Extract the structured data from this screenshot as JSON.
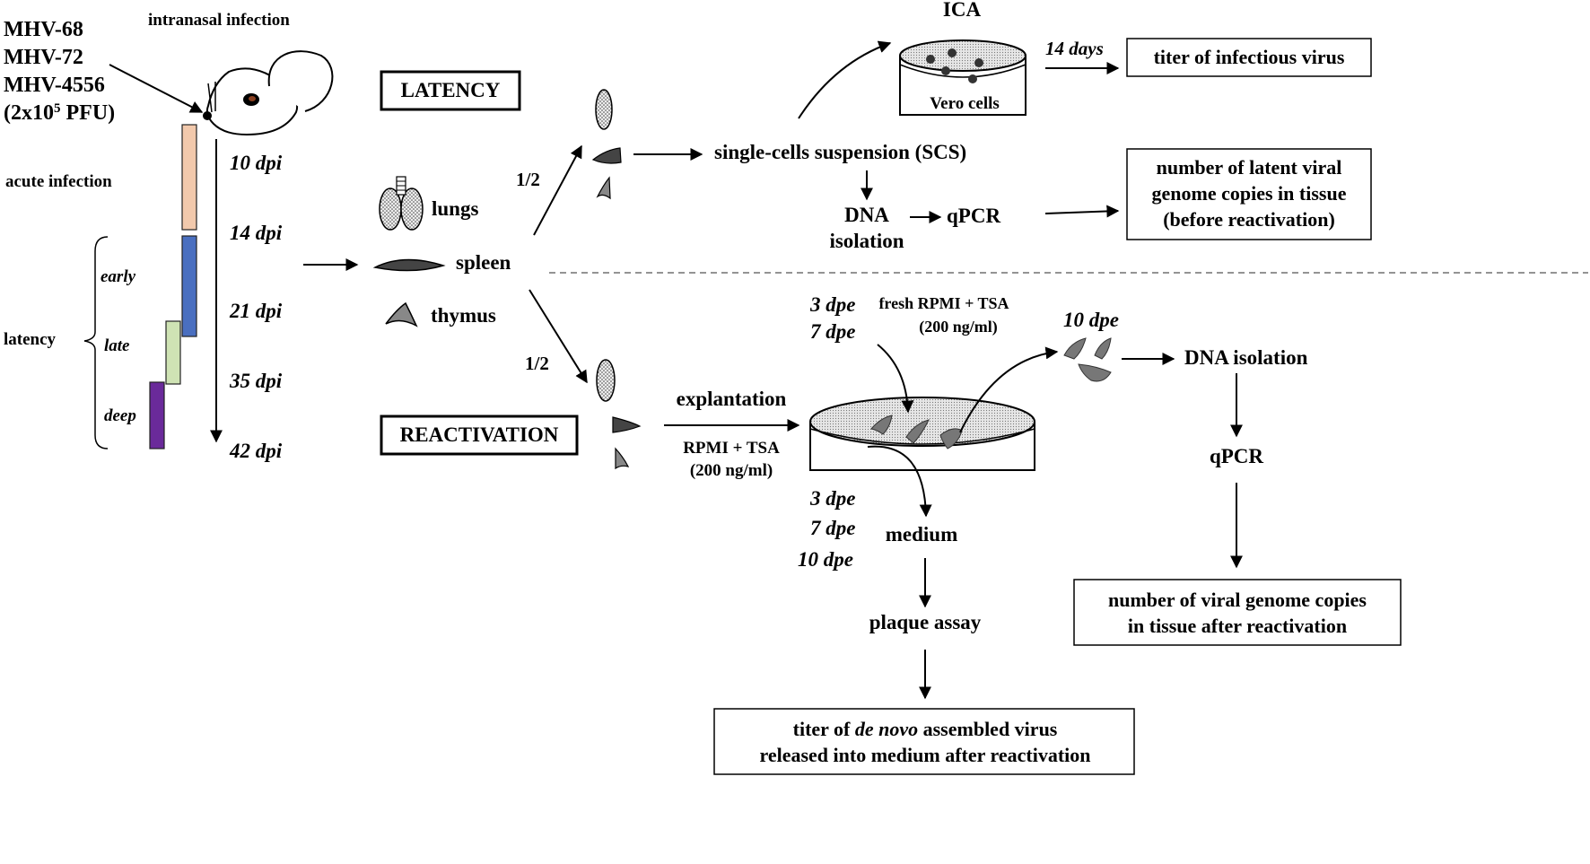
{
  "strains": [
    "MHV-68",
    "MHV-72",
    "MHV-4556"
  ],
  "dose": {
    "prefix": "(2x10",
    "exp": "5",
    "suffix": " PFU)"
  },
  "route_label": "intranasal  infection",
  "phase_labels": {
    "acute": "acute infection",
    "latency": "latency",
    "early": "early",
    "late": "late",
    "deep": "deep"
  },
  "timepoints": [
    "10 dpi",
    "14 dpi",
    "21 dpi",
    "35 dpi",
    "42 dpi"
  ],
  "phase_colors": {
    "acute": "#f2c9ac",
    "early": "#4a6fc0",
    "late": "#cfe3b4",
    "deep": "#6a2a9a"
  },
  "organs": [
    "lungs",
    "spleen",
    "thymus"
  ],
  "branches": {
    "latency": "LATENCY",
    "reactivation": "REACTIVATION",
    "half_top": "1/2",
    "half_bottom": "1/2"
  },
  "latency_flow": {
    "ica": "ICA",
    "vero": "Vero cells",
    "days": "14 days",
    "ica_result": "titer of infectious virus",
    "scs": "single-cells suspension (SCS)",
    "dna_1": "DNA",
    "dna_2": "isolation",
    "qpcr": "qPCR",
    "result_lines": [
      "number of latent viral",
      "genome copies in tissue",
      "(before reactivation)"
    ]
  },
  "reactivation_flow": {
    "explantation": "explantation",
    "medium_1": "RPMI + TSA",
    "medium_2": "(200 ng/ml)",
    "fresh_1": "fresh RPMI + TSA",
    "fresh_2": "(200 ng/ml)",
    "dpe_top": [
      "3 dpe",
      "7 dpe"
    ],
    "dpe_tissue": "10 dpe",
    "dpe_medium": [
      "3 dpe",
      "7 dpe",
      "10 dpe"
    ],
    "medium": "medium",
    "plaque": "plaque assay",
    "titer_prefix": "titer of ",
    "titer_italic": "de novo",
    "titer_suffix": " assembled virus",
    "titer_line2": "released into medium  after reactivation",
    "dna_isolation": "DNA isolation",
    "qpcr": "qPCR",
    "copies_lines": [
      "number of viral genome copies",
      "in tissue after reactivation"
    ]
  }
}
